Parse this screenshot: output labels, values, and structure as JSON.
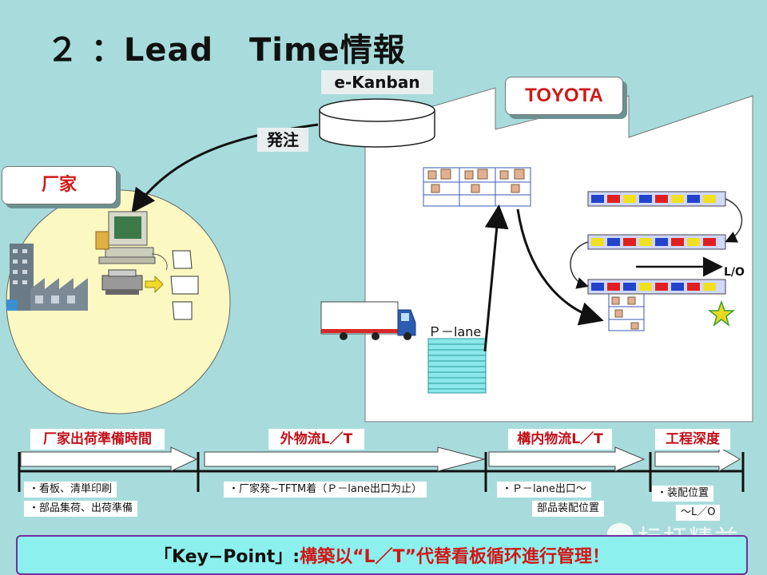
{
  "title": "２ ：Lead   Time情報",
  "labels": {
    "ekanban": "e-Kanban",
    "order": "発注",
    "toyota": "TOYOTA",
    "supplier": "厂家",
    "plane": "Ｐ－lane",
    "lo": "L/O"
  },
  "stages": [
    {
      "label": "厂家出荷準備時間",
      "notes": [
        "・看板、清単印刷",
        "・部品集荷、出荷準備"
      ]
    },
    {
      "label": "外物流L／T",
      "notes": [
        "・厂家発~TFTM着（Ｐ－lane出口为止）"
      ]
    },
    {
      "label": "構内物流L／T",
      "notes": [
        "・Ｐ－lane出口～",
        "部品装配位置"
      ]
    },
    {
      "label": "工程深度",
      "notes": [
        "・装配位置",
        "～L／O"
      ]
    }
  ],
  "keypoint": {
    "prefix": "「Key−Point」:",
    "text": "構築以“L／T”代替看板循环進行管理！"
  },
  "watermark": "标杆精益",
  "colors": {
    "background": "#a8dcdc",
    "stage_text": "#c0101a",
    "keypoint_bg": "#8cf0ee",
    "keypoint_text": "#d01818"
  }
}
